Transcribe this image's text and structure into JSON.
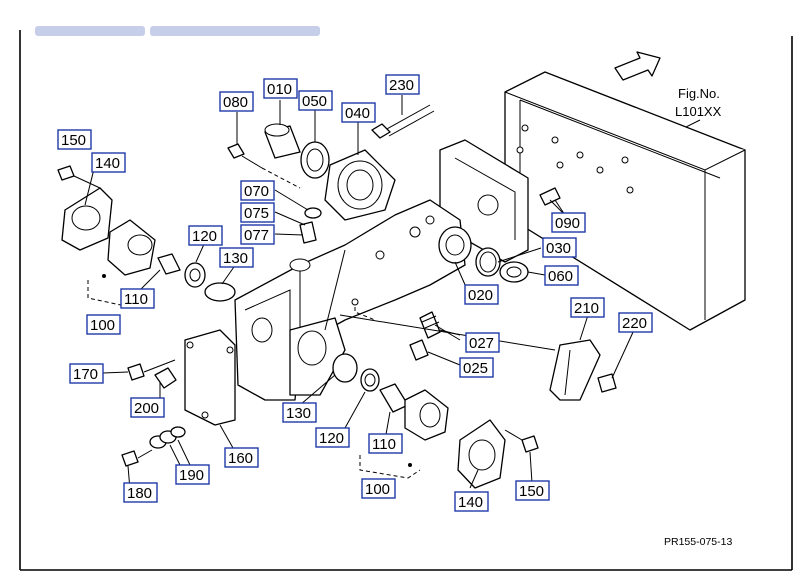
{
  "figure": {
    "fig_label": "Fig.No.",
    "fig_number": "L101XX",
    "drawing_code": "PR155-075-13"
  },
  "callouts": {
    "c010": "010",
    "c020": "020",
    "c025": "025",
    "c027": "027",
    "c030": "030",
    "c040": "040",
    "c050": "050",
    "c060": "060",
    "c070": "070",
    "c075": "075",
    "c077": "077",
    "c080": "080",
    "c090": "090",
    "c100a": "100",
    "c100b": "100",
    "c110a": "110",
    "c110b": "110",
    "c120a": "120",
    "c120b": "120",
    "c130a": "130",
    "c130b": "130",
    "c140a": "140",
    "c140b": "140",
    "c150a": "150",
    "c150b": "150",
    "c160": "160",
    "c170": "170",
    "c180": "180",
    "c190": "190",
    "c200": "200",
    "c210": "210",
    "c220": "220",
    "c230": "230"
  },
  "colors": {
    "callout_border": "#1f3aa8",
    "line": "#000000",
    "background": "#ffffff"
  },
  "icons": {
    "direction_arrow": "arrow-right-icon"
  }
}
